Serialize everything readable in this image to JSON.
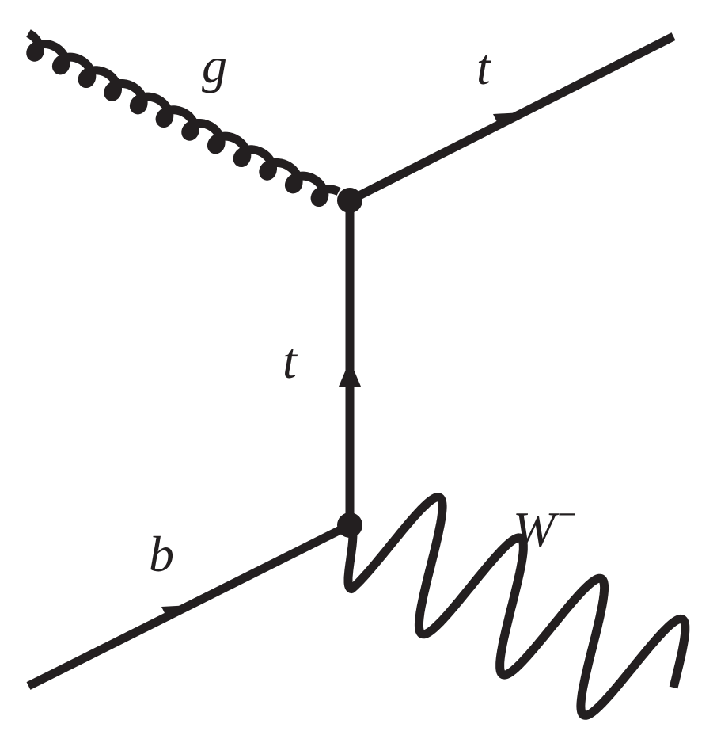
{
  "diagram": {
    "title": "",
    "colors": {
      "ink": "#231f20",
      "background": "#ffffff"
    },
    "particles": {
      "gluon": {
        "label": "g",
        "kind": "gluon"
      },
      "top_out": {
        "label": "t",
        "kind": "fermion"
      },
      "top_propagator": {
        "label": "t",
        "kind": "fermion"
      },
      "bottom_in": {
        "label": "b",
        "kind": "fermion"
      },
      "w_boson": {
        "label": "W",
        "superscript": "−",
        "kind": "boson"
      }
    }
  }
}
